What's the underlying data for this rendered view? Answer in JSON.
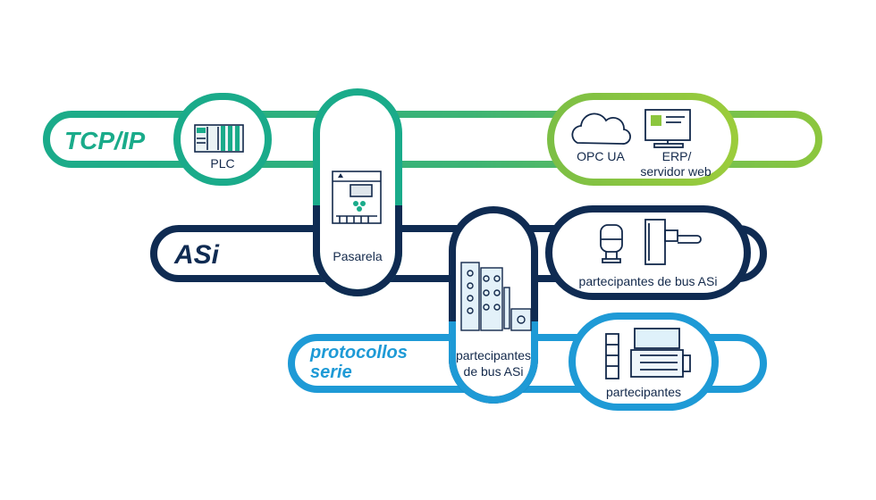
{
  "buses": {
    "tcpip": {
      "label": "TCP/IP"
    },
    "asi": {
      "label": "ASi"
    },
    "serial": {
      "line1": "protocollos",
      "line2": "serie"
    }
  },
  "nodes": {
    "plc": {
      "label": "PLC"
    },
    "opc": {
      "label": "OPC UA"
    },
    "erp": {
      "line1": "ERP/",
      "line2": "servidor web"
    },
    "gateway": {
      "label": "Pasarela"
    },
    "asi_slaves_right": {
      "label": "partecipantes de bus ASi"
    },
    "asi_slaves_center": {
      "line1": "partecipantes",
      "line2": "de bus ASi"
    },
    "serial_participants": {
      "label": "partecipantes"
    }
  },
  "colors": {
    "teal": "#1aab8a",
    "green": "#86c13f",
    "navy": "#0f2b52",
    "blue": "#1e9ad6",
    "icon": "#13294b"
  }
}
